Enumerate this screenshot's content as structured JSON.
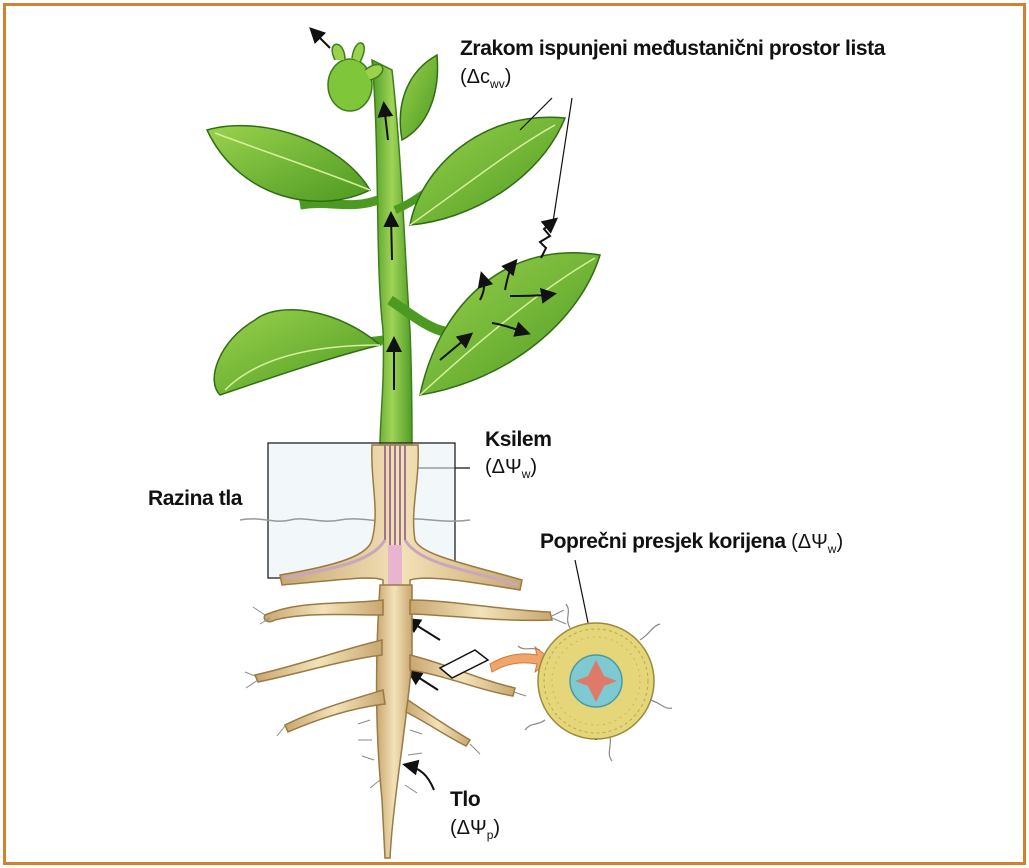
{
  "colors": {
    "frame": "#d2812f",
    "leaf": "#6cbc34",
    "leaf_dark": "#3f8a1e",
    "stem": "#7fc63b",
    "root": "#e9d4a3",
    "xylem": "#c9a6c0",
    "arrow": "#111111",
    "orange_arrow": "#f0a66b",
    "root_disc": "#e6d67a",
    "stele": "#7fc9d2",
    "stele_cross": "#e07a68"
  },
  "labels": {
    "leaf_space_title": "Zrakom ispunjeni međustanični prostor lista",
    "leaf_space_formula": "(Δc",
    "leaf_space_sub": "wv",
    "leaf_space_close": ")",
    "xylem_title": "Ksilem",
    "xylem_formula": "(ΔΨ",
    "xylem_sub": "w",
    "xylem_close": ")",
    "soil_level": "Razina tla",
    "root_section_title": "Poprečni presjek korijena",
    "root_section_formula": "(ΔΨ",
    "root_section_sub": "w",
    "root_section_close": ")",
    "soil_title": "Tlo",
    "soil_formula": "(ΔΨ",
    "soil_sub": "p",
    "soil_close": ")"
  }
}
